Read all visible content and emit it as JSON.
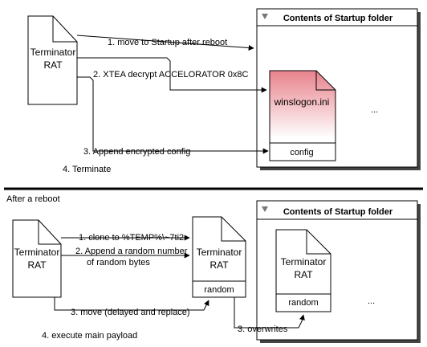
{
  "top": {
    "source_doc": {
      "line1": "Terminator",
      "line2": "RAT"
    },
    "folder": {
      "title": "Contents of Startup folder",
      "ellipsis": "..."
    },
    "target_doc": {
      "filename": "winslogon.ini",
      "section": "config"
    },
    "steps": [
      "1. move to Startup after reboot",
      "2. XTEA decrypt ACCELORATOR 0x8C",
      "3. Append encrypted config",
      "4. Terminate"
    ]
  },
  "divider_label": "After a reboot",
  "bottom": {
    "source_doc": {
      "line1": "Terminator",
      "line2": "RAT"
    },
    "clone_doc": {
      "line1": "Terminator",
      "line2": "RAT",
      "section": "random"
    },
    "folder": {
      "title": "Contents of Startup folder",
      "ellipsis": "...",
      "doc": {
        "line1": "Terminator",
        "line2": "RAT",
        "section": "random"
      }
    },
    "steps": {
      "s1": "1. clone to %TEMP%\\~7ti2",
      "s2_line1": "2. Append a random number",
      "s2_line2": "of random bytes",
      "s3_move": "3. move (delayed and replace)",
      "s3_overwrites": "3. overwrites",
      "s4": "4. execute main payload"
    }
  },
  "colors": {
    "folder_shadow": "#444444",
    "ini_gradient_top": "#e8828c",
    "ini_gradient_bottom": "#ffffff"
  }
}
